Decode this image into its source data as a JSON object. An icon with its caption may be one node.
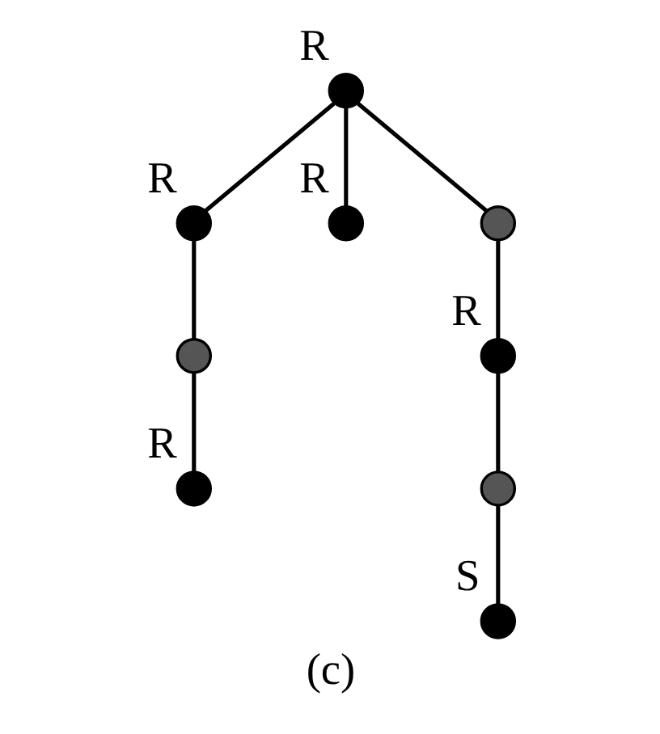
{
  "diagram": {
    "caption": "(c)",
    "nodes": [
      {
        "text": [],
        "shape": "circle",
        "beside": [
          "R"
        ]
      },
      {
        "text": [],
        "shape": "circle",
        "beside": [
          "R"
        ]
      },
      {
        "text": [],
        "shape": "circle",
        "beside": [
          "R"
        ]
      },
      {
        "text": [],
        "shape": "circle"
      },
      {
        "text": [],
        "shape": "circle"
      },
      {
        "text": [],
        "shape": "circle",
        "beside": [
          "R"
        ]
      },
      {
        "text": [],
        "shape": "circle"
      },
      {
        "text": [],
        "shape": "circle",
        "beside": [
          "R"
        ]
      },
      {
        "text": [],
        "shape": "circle",
        "beside": [
          "S"
        ]
      }
    ],
    "edges": [
      {
        "from": 0,
        "to": 1,
        "arrow": "none"
      },
      {
        "from": 0,
        "to": 2,
        "arrow": "none"
      },
      {
        "from": 0,
        "to": 3,
        "arrow": "none"
      },
      {
        "from": 1,
        "to": 4,
        "arrow": "none"
      },
      {
        "from": 4,
        "to": 7,
        "arrow": "none"
      },
      {
        "from": 3,
        "to": 5,
        "arrow": "none"
      },
      {
        "from": 5,
        "to": 6,
        "arrow": "none"
      },
      {
        "from": 6,
        "to": 8,
        "arrow": "none"
      }
    ]
  }
}
